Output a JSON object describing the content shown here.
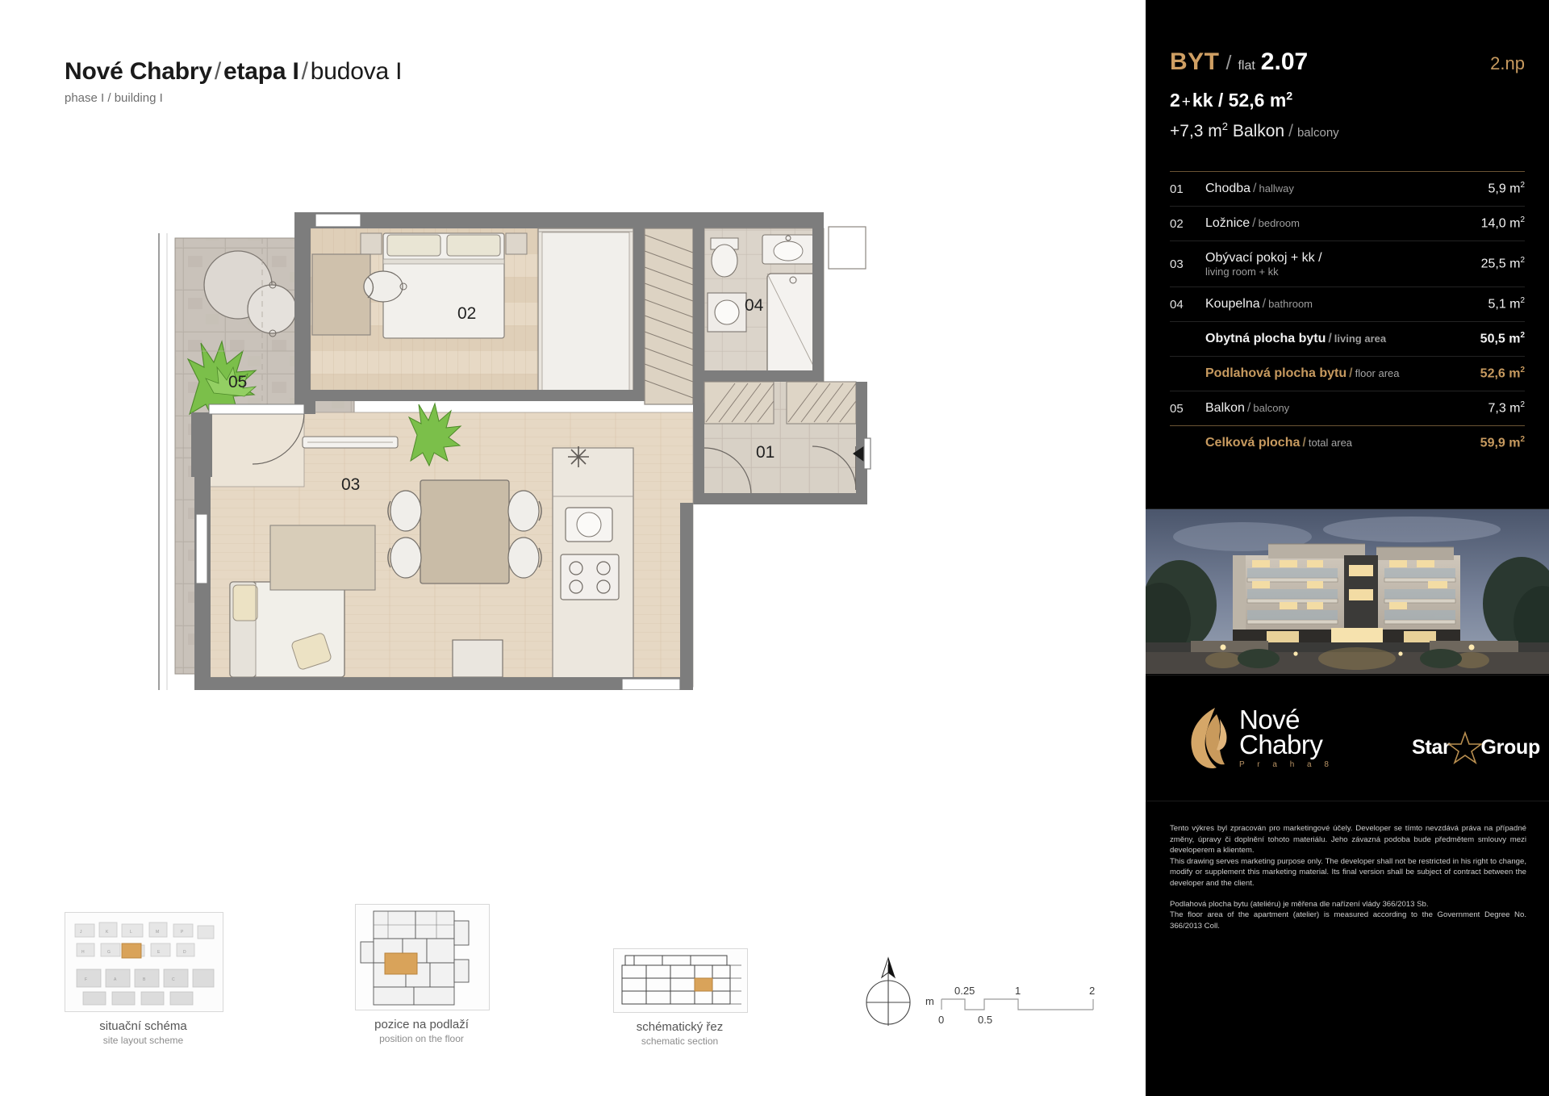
{
  "header": {
    "project": "Nové Chabry",
    "sep": "/",
    "phase_cz": "etapa I",
    "building_cz": "budova I",
    "subtitle": "phase I / building I"
  },
  "panel": {
    "byt_label": "BYT",
    "byt_sep": "/",
    "flat_label": "flat",
    "flat_number": "2.07",
    "floor_label": "2.np",
    "layout": "2",
    "layout_plus": "+",
    "layout_kk": "kk",
    "layout_sep": "/",
    "area_main": "52,6 m",
    "area_main_sup": "2",
    "balcony_area": "+7,3 m",
    "balcony_area_sup": "2",
    "balcony_cz": "Balkon",
    "balcony_slash": "/",
    "balcony_en": "balcony"
  },
  "room_table": {
    "rows": [
      {
        "code": "01",
        "cz": "Chodba",
        "slash": "/",
        "en": "hallway",
        "area": "5,9 m",
        "sup": "2",
        "style": "normal"
      },
      {
        "code": "02",
        "cz": "Ložnice",
        "slash": "/",
        "en": "bedroom",
        "area": "14,0 m",
        "sup": "2",
        "style": "normal"
      },
      {
        "code": "03",
        "cz": "Obývací pokoj + kk /",
        "slash": "",
        "en": "",
        "cz2": "living room + kk",
        "area": "25,5 m",
        "sup": "2",
        "style": "two-line"
      },
      {
        "code": "04",
        "cz": "Koupelna",
        "slash": "/",
        "en": "bathroom",
        "area": "5,1 m",
        "sup": "2",
        "style": "normal"
      },
      {
        "code": "",
        "cz": "Obytná plocha bytu",
        "slash": "/",
        "en": "living area",
        "area": "50,5 m",
        "sup": "2",
        "style": "bold"
      },
      {
        "code": "",
        "cz": "Podlahová plocha bytu",
        "slash": "/",
        "en": "floor area",
        "area": "52,6 m",
        "sup": "2",
        "style": "gold"
      },
      {
        "code": "05",
        "cz": "Balkon",
        "slash": "/",
        "en": "balcony",
        "area": "7,3 m",
        "sup": "2",
        "style": "normal"
      },
      {
        "code": "",
        "cz": "Celková plocha",
        "slash": "/",
        "en": "total area",
        "area": "59,9 m",
        "sup": "2",
        "style": "gold-total"
      }
    ]
  },
  "plan": {
    "room_numbers": [
      "01",
      "02",
      "03",
      "04",
      "05"
    ],
    "labels": {
      "r01": "01",
      "r02": "02",
      "r03": "03",
      "r04": "04",
      "r05": "05"
    }
  },
  "thumbnails": [
    {
      "cz": "situační schéma",
      "en": "site layout scheme",
      "name": "site-layout-scheme"
    },
    {
      "cz": "pozice na podlaží",
      "en": "position on the floor",
      "name": "position-on-floor"
    },
    {
      "cz": "schématický řez",
      "en": "schematic section",
      "name": "schematic-section"
    }
  ],
  "scale": {
    "unit": "m",
    "ticks_bottom": [
      "0",
      "0.5"
    ],
    "ticks_top": [
      "0.25",
      "1",
      "2"
    ],
    "t0": "0",
    "t025": "0.25",
    "t05": "0.5",
    "t1": "1",
    "t2": "2"
  },
  "logos": {
    "nove_line1": "Nové",
    "nove_line2": "Chabry",
    "nove_sub": "P r a h a   8",
    "star": "Star",
    "group": "Group"
  },
  "disclaimer": {
    "cz1": "Tento výkres byl zpracován pro marketingové účely. Developer se tímto nevzdává práva na případné změny, úpravy či doplnění tohoto materiálu. Jeho závazná podoba bude předmětem smlouvy mezi developerem a klientem.",
    "en1": "This drawing serves marketing purpose only. The developer shall not be restricted in his right to change, modify or supplement this marketing material. Its final version shall be subject of contract between the developer and the client.",
    "cz2": "Podlahová plocha bytu (ateliéru) je měřena dle nařízení vlády 366/2013 Sb.",
    "en2": "The floor area of the apartment (atelier) is measured according to the Government Degree No. 366/2013 Coll."
  },
  "colors": {
    "gold": "#c79a5f",
    "panel_bg": "#000000",
    "page_bg": "#ffffff"
  }
}
